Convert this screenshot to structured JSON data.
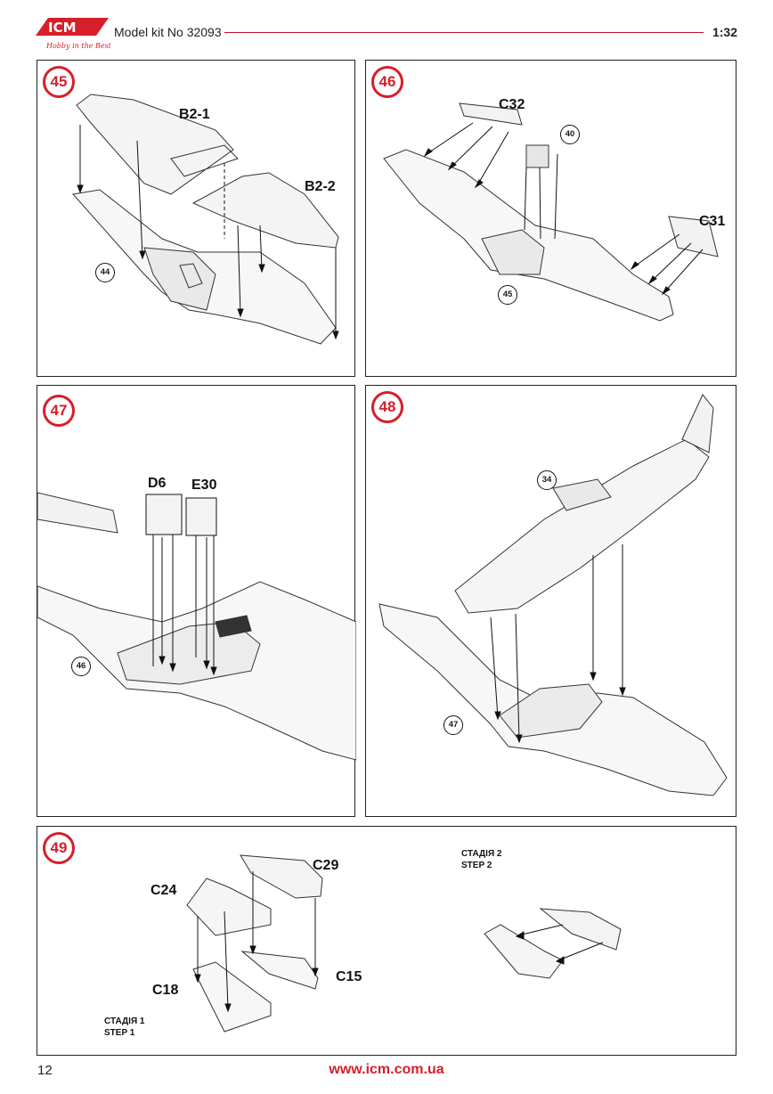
{
  "header": {
    "brand": "ICM",
    "tagline": "Hobby in the Best",
    "kit_label": "Model kit No 32093",
    "scale": "1:32",
    "brand_color": "#d51f2a"
  },
  "steps": [
    {
      "number": "45",
      "labels": [
        "B2-1",
        "B2-2"
      ],
      "refs": [
        "44"
      ]
    },
    {
      "number": "46",
      "labels": [
        "C32",
        "C31"
      ],
      "refs": [
        "40",
        "45"
      ]
    },
    {
      "number": "47",
      "labels": [
        "D6",
        "E30"
      ],
      "refs": [
        "46"
      ]
    },
    {
      "number": "48",
      "labels": [],
      "refs": [
        "34",
        "47"
      ]
    },
    {
      "number": "49",
      "labels": [
        "C29",
        "C24",
        "C18",
        "C15"
      ],
      "refs": [],
      "stage1": [
        "СТАДІЯ 1",
        "STEP 1"
      ],
      "stage2": [
        "СТАДІЯ 2",
        "STEP 2"
      ]
    }
  ],
  "footer": {
    "page": "12",
    "url": "www.icm.com.ua"
  }
}
